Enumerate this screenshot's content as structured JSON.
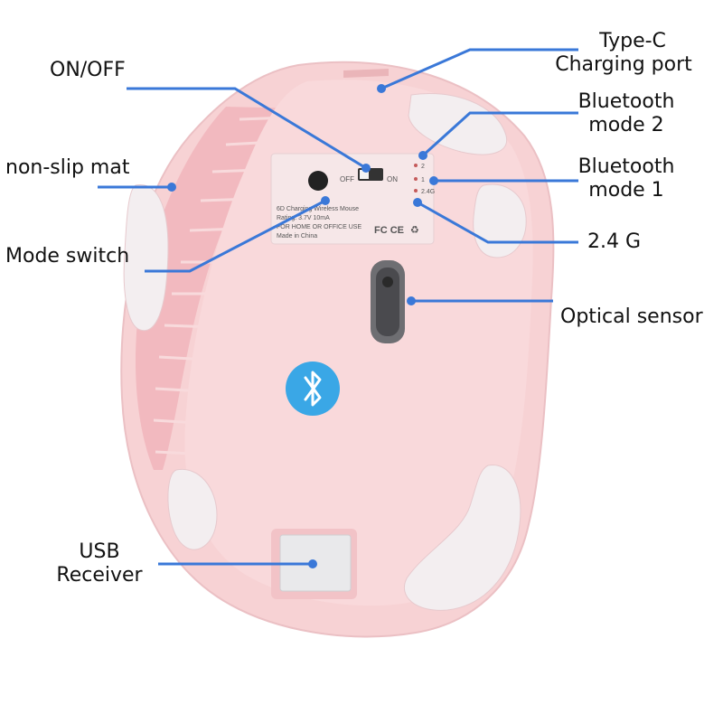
{
  "callouts": {
    "type_c": "Type-C",
    "charging_port": "Charging port",
    "on_off": "ON/OFF",
    "bt2_line1": "Bluetooth",
    "bt2_line2": "mode 2",
    "bt1_line1": "Bluetooth",
    "bt1_line2": "mode 1",
    "non_slip": "non-slip mat",
    "mode_switch": "Mode switch",
    "g24": "2.4 G",
    "optical": "Optical sensor",
    "usb_line1": "USB",
    "usb_line2": "Receiver"
  },
  "label_plate": {
    "off": "OFF",
    "on": "ON",
    "mode2": "2",
    "mode1": "1",
    "mode24": "2.4G",
    "line1": "6D Charging Wireless Mouse",
    "line2": "Rating: 3.7V 10mA",
    "line3": "FOR HOME OR OFFICE USE",
    "line4": "Made in China",
    "certs": "FC CE"
  },
  "colors": {
    "leader": "#3a78d8",
    "body": "#f7d2d4",
    "body_shadow": "#eab5b9",
    "pad": "#f3eef0",
    "bluetooth_badge": "#3aa7e6"
  }
}
